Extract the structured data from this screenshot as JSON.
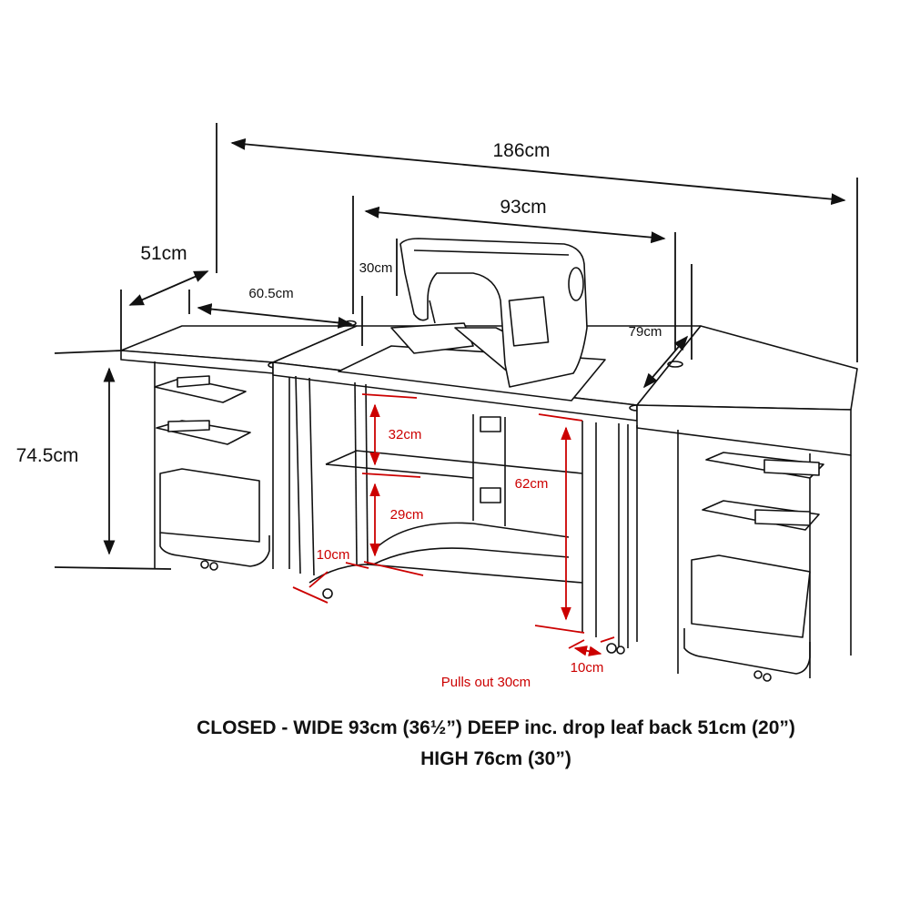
{
  "dimensions": {
    "overall_width": "186cm",
    "top_width": "93cm",
    "depth": "51cm",
    "left_leaf": "60.5cm",
    "back_leaf": "30cm",
    "right_leaf": "79cm",
    "height": "74.5cm"
  },
  "inner_dimensions": {
    "shelf_gap_upper": "32cm",
    "shelf_gap_lower": "29cm",
    "knee_height": "62cm",
    "caster_left": "10cm",
    "caster_right": "10cm",
    "pulls_out": "Pulls out 30cm"
  },
  "colors": {
    "line": "#111111",
    "annotation": "#cc0000"
  },
  "caption": {
    "line1": "CLOSED - WIDE 93cm (36½”) DEEP inc. drop leaf back 51cm (20”)",
    "line2": "HIGH 76cm (30”)"
  }
}
